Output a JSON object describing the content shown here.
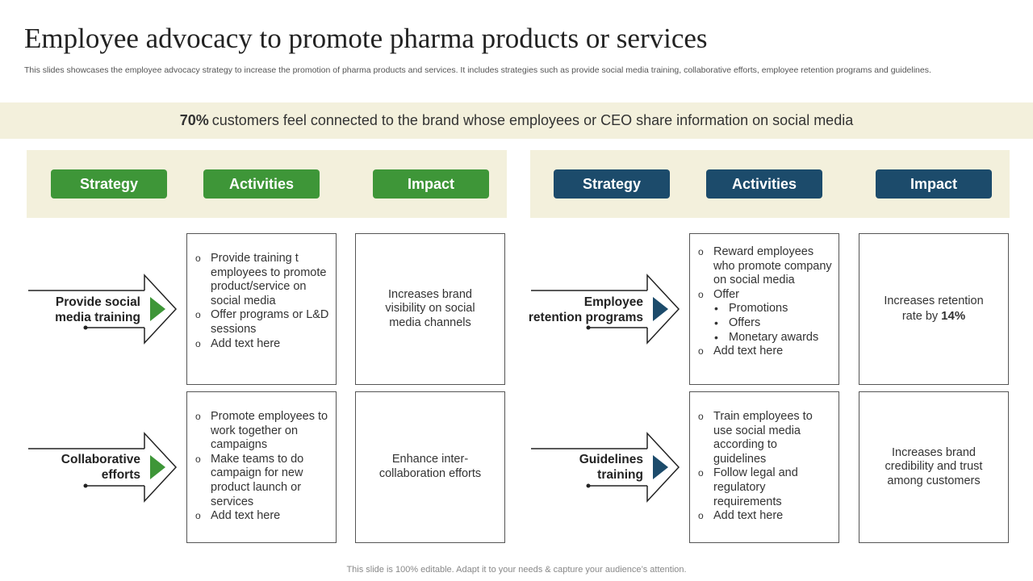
{
  "title": "Employee advocacy to promote pharma products or services",
  "subtitle": "This slides showcases the employee advocacy strategy to increase the promotion of pharma products and services. It includes strategies such as provide social media training, collaborative efforts, employee retention programs and guidelines.",
  "banner": {
    "highlight": "70%",
    "text": "customers feel connected to the brand whose employees or CEO share information on social media"
  },
  "headers": {
    "strategy": "Strategy",
    "activities": "Activities",
    "impact": "Impact"
  },
  "colors": {
    "green": "#3e9638",
    "navy": "#1c4b6b",
    "panel": "#f3f0dc"
  },
  "rows": [
    {
      "strategy_line1": "Provide social",
      "strategy_line2": "media training",
      "activities": [
        "Provide training t employees to promote product/service on social media",
        "Offer programs or L&D sessions",
        "Add text here"
      ],
      "impact": "Increases brand visibility on social media channels"
    },
    {
      "strategy_line1": "Collaborative",
      "strategy_line2": "efforts",
      "activities": [
        "Promote employees to work together on campaigns",
        "Make teams to do campaign for new product launch or services",
        "Add text here"
      ],
      "impact": "Enhance inter-collaboration efforts"
    },
    {
      "strategy_line1": "Employee",
      "strategy_line2": "retention programs",
      "activities": [
        "Reward employees who promote company on social media",
        "Offer",
        "Add text here"
      ],
      "sub_items": [
        "Promotions",
        "Offers",
        "Monetary awards"
      ],
      "impact": "Increases retention rate by",
      "impact_value": "14%"
    },
    {
      "strategy_line1": "Guidelines",
      "strategy_line2": "training",
      "activities": [
        "Train employees to use social media according to guidelines",
        "Follow legal and regulatory requirements",
        "Add text here"
      ],
      "impact": "Increases brand credibility and trust among customers"
    }
  ],
  "footer": "This slide is 100% editable. Adapt it to your needs & capture your audience’s attention."
}
